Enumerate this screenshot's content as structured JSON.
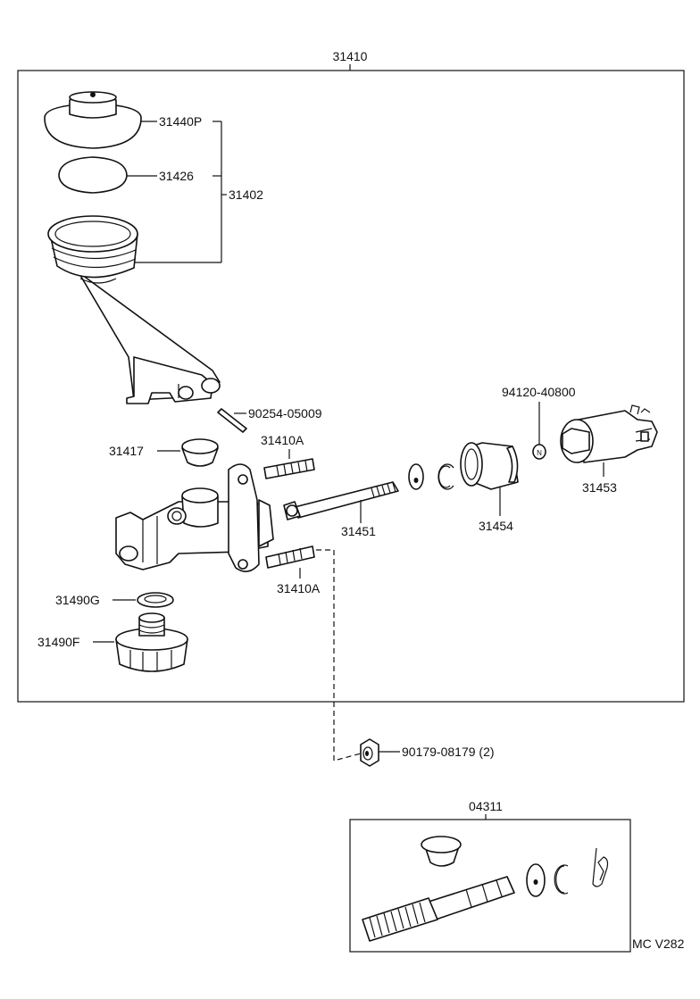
{
  "diagram": {
    "assembly_label": "31410",
    "kit_label": "04311",
    "drawing_code": "MC V282",
    "callouts": {
      "reservoir_cap": "31440P",
      "cap_diaphragm": "31426",
      "reservoir_group": "31402",
      "pin": "90254-05009",
      "grommet": "31417",
      "stud_upper": "31410A",
      "stud_lower": "31410A",
      "push_rod": "31451",
      "boot": "31454",
      "nut": "94120-40800",
      "switch": "31453",
      "gasket": "31490G",
      "plug": "31490F",
      "mount_nut": "90179-08179 (2)"
    }
  }
}
